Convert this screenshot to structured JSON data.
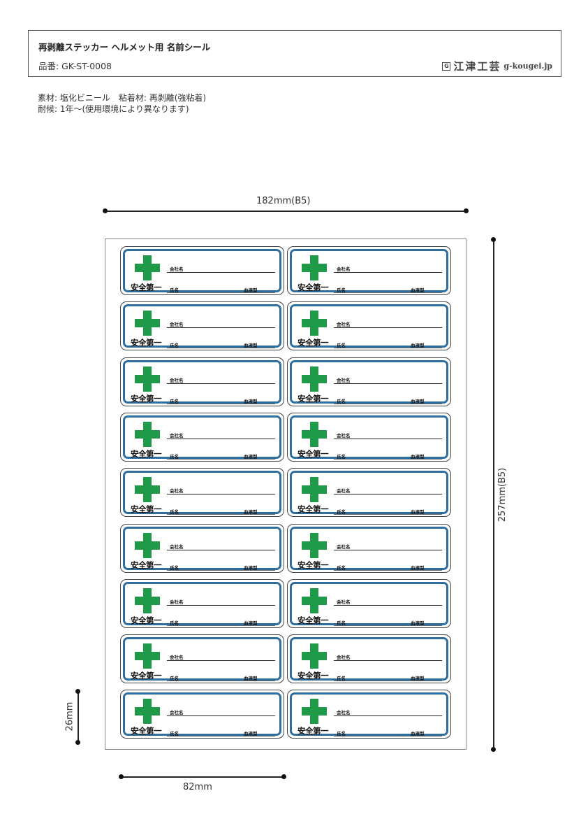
{
  "header": {
    "title": "再剥離ステッカー ヘルメット用 名前シール",
    "product_code": "品番: GK-ST-0008",
    "brand_icon": "G",
    "brand_name": "江津工芸",
    "brand_url": "g-kougei.jp"
  },
  "specs": {
    "line1": "素材: 塩化ビニール　粘着材: 再剥離(強粘着)",
    "line2": "耐候: 1年〜(使用環境により異なります)"
  },
  "dimensions": {
    "sheet_width": "182mm(B5)",
    "sheet_height": "257mm(B5)",
    "sticker_width": "82mm",
    "sticker_height": "26mm"
  },
  "sticker": {
    "safety_text": "安全第一",
    "company_label": "会社名",
    "name_label": "氏名",
    "blood_type_label": "血液型",
    "icon": "green-cross-icon"
  },
  "layout_grid": {
    "rows": 9,
    "columns": 2,
    "total_stickers": 18
  },
  "colors": {
    "cross_green": "#1f9a48",
    "frame_blue": "#2e6fa0"
  }
}
